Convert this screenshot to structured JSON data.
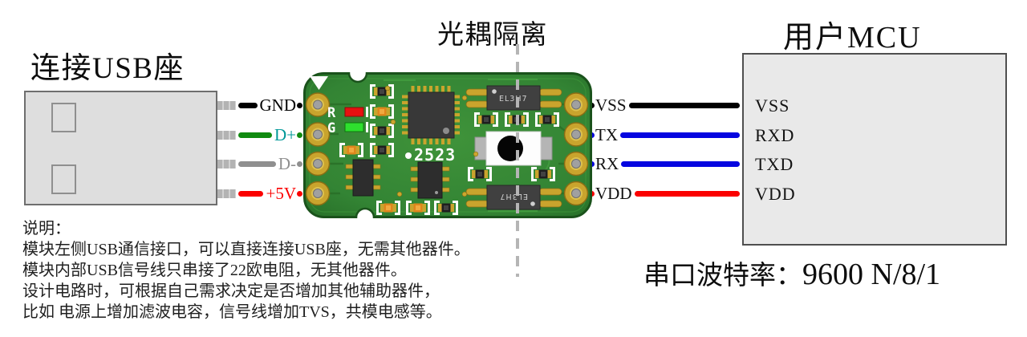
{
  "titles": {
    "usb_section": "连接USB座",
    "isolation": "光耦隔离",
    "mcu_section": "用户MCU"
  },
  "baud": {
    "label": "串口波特率：",
    "value": "9600 N/8/1"
  },
  "usb_wires": [
    {
      "label": "GND",
      "wire_color": "#000000",
      "label_color": "#000000"
    },
    {
      "label": "D+",
      "wire_color": "#108a10",
      "label_color": "#009898"
    },
    {
      "label": "D-",
      "wire_color": "#8f8f8f",
      "label_color": "#8f8f8f"
    },
    {
      "label": "+5V",
      "wire_color": "#fb0000",
      "label_color": "#fb0000"
    }
  ],
  "serial_wires": [
    {
      "module_pin": "VSS",
      "mcu_pin": "VSS",
      "wire_color": "#000000"
    },
    {
      "module_pin": "TX",
      "mcu_pin": "RXD",
      "wire_color": "#0505e0"
    },
    {
      "module_pin": "RX",
      "mcu_pin": "TXD",
      "wire_color": "#0505e0"
    },
    {
      "module_pin": "VDD",
      "mcu_pin": "VDD",
      "wire_color": "#fb0000"
    }
  ],
  "module_silkscreen": {
    "led_r": "R",
    "led_g": "G",
    "mcu_marking": "2523",
    "opto_top": "EL3H7",
    "opto_bottom": "EL3H7"
  },
  "notes": {
    "heading": "说明：",
    "lines": [
      "模块左侧USB通信接口，可以直接连接USB座，无需其他器件。",
      "模块内部USB信号线只串接了22欧电阻，无其他器件。",
      "设计电路时，可根据自己需求决定是否增加其他辅助器件，",
      "比如 电源上增加滤波电容，信号线增加TVS，共模电感等。"
    ]
  }
}
